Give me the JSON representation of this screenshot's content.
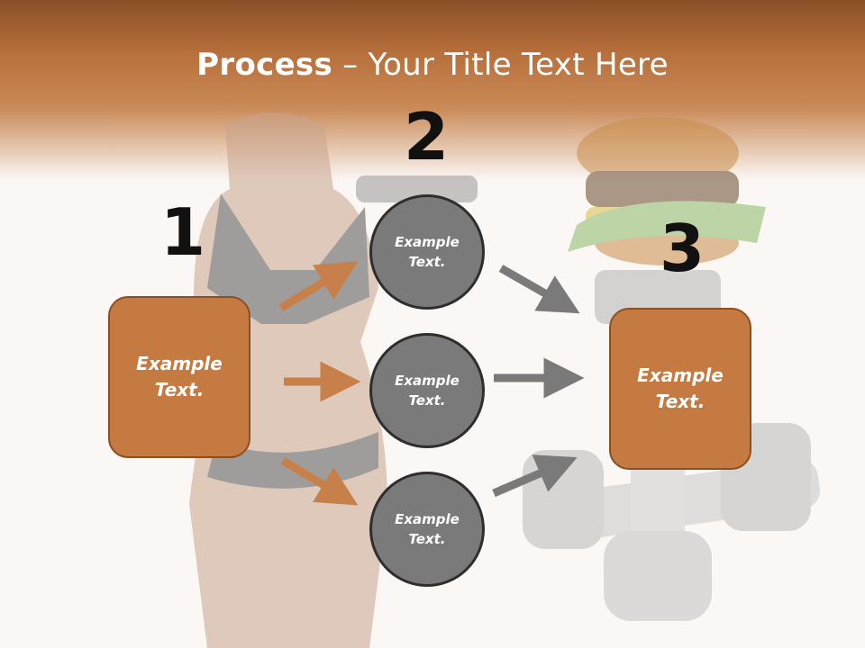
{
  "title": {
    "bold": "Process",
    "rest": " – Your Title Text Here"
  },
  "steps": [
    {
      "number": "1",
      "label": "Example Text."
    },
    {
      "number": "2",
      "label": "Example Text."
    },
    {
      "number": "3",
      "label": "Example Text."
    }
  ],
  "circles": [
    {
      "label": "Example Text."
    },
    {
      "label": "Example Text."
    },
    {
      "label": "Example Text."
    }
  ],
  "colors": {
    "header": "#b8703c",
    "box_fill": "#c47a40",
    "circle_fill": "#7a7a7a",
    "orange_arrow": "#c8804a",
    "gray_arrow": "#7a7a7a"
  }
}
